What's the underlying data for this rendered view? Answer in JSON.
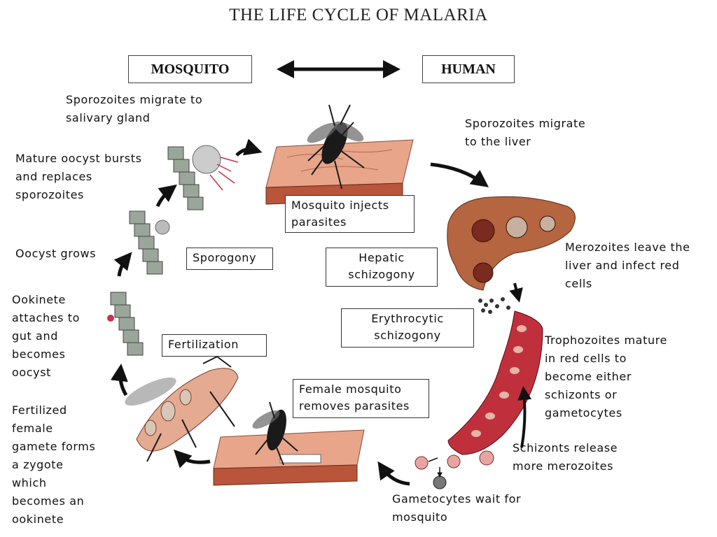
{
  "title": "THE LIFE CYCLE OF MALARIA",
  "headers": {
    "mosquito": "MOSQUITO",
    "human": "HUMAN"
  },
  "stages": {
    "sporogony": "Sporogony",
    "hepatic": "Hepatic\nschizogony",
    "erythrocytic": "Erythrocytic\nschizogony",
    "fertilization": "Fertilization",
    "injects": "Mosquito injects\nparasites",
    "removes": "Female mosquito\nremoves parasites"
  },
  "labels": {
    "salivary": "Sporozoites migrate to\nsalivary gland",
    "liver": "Sporozoites migrate\nto the liver",
    "bursts": "Mature oocyst bursts\nand replaces\nsporozoites",
    "grows": "Oocyst grows",
    "merozoites": "Merozoites leave the\nliver and infect red\ncells",
    "ookinete": "Ookinete\nattaches to\ngut and\nbecomes\noocyst",
    "trophozoites": "Trophozoites mature\nin red cells to\nbecome either\nschizonts or\ngametocytes",
    "fertilized": "Fertilized\nfemale\ngamete forms\na zygote\nwhich\nbecomes an\nookinete",
    "schizonts": "Schizonts release\nmore merozoites",
    "gametocytes": "Gametocytes wait for\nmosquito"
  },
  "colors": {
    "skin_top": "#e8a58a",
    "skin_side": "#b8553a",
    "liver": "#b5653f",
    "vessel": "#c0303c",
    "cells": "#9aa69a",
    "mosquito": "#1a1a1a"
  }
}
